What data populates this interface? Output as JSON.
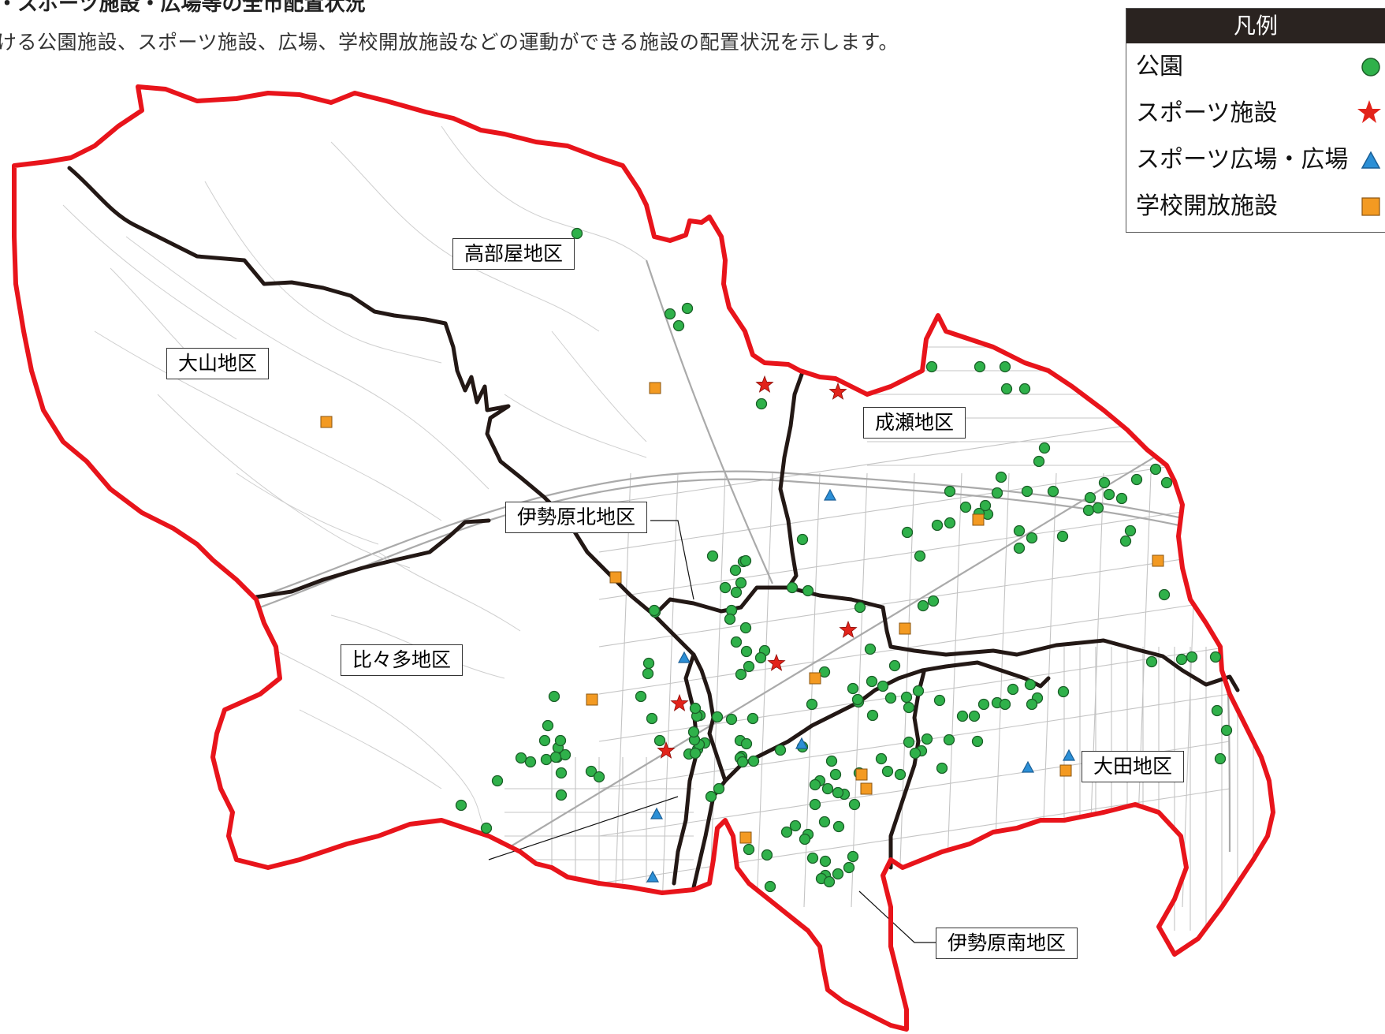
{
  "header": {
    "title": "設・スポーツ施設・広場等の全市配置状況",
    "subtitle": "ける公園施設、スポーツ施設、広場、学校開放施設などの運動ができる施設の配置状況を示します。"
  },
  "legend": {
    "title": "凡例",
    "items": [
      {
        "label": "公園",
        "symbol": "circle",
        "color": "#2fb14a"
      },
      {
        "label": "スポーツ施設",
        "symbol": "star",
        "color": "#e2231a"
      },
      {
        "label": "スポーツ広場・広場",
        "symbol": "triangle",
        "color": "#2b8fd6"
      },
      {
        "label": "学校開放施設",
        "symbol": "square",
        "color": "#f39a22"
      }
    ]
  },
  "districts": [
    {
      "name": "高部屋地区"
    },
    {
      "name": "大山地区"
    },
    {
      "name": "成瀬地区"
    },
    {
      "name": "伊勢原北地区"
    },
    {
      "name": "比々多地区"
    },
    {
      "name": "大田地区"
    },
    {
      "name": "伊勢原南地区"
    }
  ],
  "colors": {
    "city_boundary": "#e8141b",
    "district_boundary": "#231815",
    "streets": "#bdbdbd"
  },
  "markers": {
    "parks": [
      [
        732,
        296
      ],
      [
        850,
        398
      ],
      [
        861,
        413
      ],
      [
        872,
        391
      ],
      [
        966,
        512
      ],
      [
        1182,
        465
      ],
      [
        1243,
        465
      ],
      [
        1275,
        465
      ],
      [
        1277,
        493
      ],
      [
        1300,
        493
      ],
      [
        1325,
        568
      ],
      [
        1318,
        585
      ],
      [
        1270,
        605
      ],
      [
        1205,
        623
      ],
      [
        1265,
        625
      ],
      [
        1303,
        623
      ],
      [
        1336,
        623
      ],
      [
        1383,
        631
      ],
      [
        1407,
        627
      ],
      [
        1401,
        612
      ],
      [
        1466,
        595
      ],
      [
        1442,
        608
      ],
      [
        1423,
        632
      ],
      [
        1381,
        647
      ],
      [
        1393,
        644
      ],
      [
        1348,
        680
      ],
      [
        1309,
        682
      ],
      [
        1293,
        673
      ],
      [
        1253,
        652
      ],
      [
        1242,
        651
      ],
      [
        1225,
        643
      ],
      [
        1205,
        663
      ],
      [
        1189,
        666
      ],
      [
        1151,
        675
      ],
      [
        1167,
        705
      ],
      [
        1293,
        695
      ],
      [
        1250,
        641
      ],
      [
        1480,
        612
      ],
      [
        1428,
        686
      ],
      [
        1434,
        673
      ],
      [
        1018,
        684
      ],
      [
        1025,
        749
      ],
      [
        1005,
        745
      ],
      [
        1091,
        770
      ],
      [
        1104,
        823
      ],
      [
        1171,
        768
      ],
      [
        1184,
        762
      ],
      [
        1477,
        754
      ],
      [
        1461,
        839
      ],
      [
        1499,
        836
      ],
      [
        1512,
        833
      ],
      [
        1542,
        833
      ],
      [
        1544,
        901
      ],
      [
        1556,
        926
      ],
      [
        1548,
        962
      ],
      [
        943,
        712
      ],
      [
        904,
        705
      ],
      [
        946,
        711
      ],
      [
        933,
        723
      ],
      [
        920,
        745
      ],
      [
        940,
        739
      ],
      [
        934,
        751
      ],
      [
        831,
        776
      ],
      [
        928,
        774
      ],
      [
        926,
        785
      ],
      [
        830,
        774
      ],
      [
        823,
        841
      ],
      [
        946,
        796
      ],
      [
        934,
        814
      ],
      [
        947,
        826
      ],
      [
        970,
        825
      ],
      [
        950,
        845
      ],
      [
        965,
        834
      ],
      [
        940,
        855
      ],
      [
        822,
        854
      ],
      [
        813,
        883
      ],
      [
        888,
        907
      ],
      [
        884,
        908
      ],
      [
        882,
        898
      ],
      [
        910,
        909
      ],
      [
        955,
        911
      ],
      [
        928,
        912
      ],
      [
        939,
        939
      ],
      [
        947,
        943
      ],
      [
        941,
        959
      ],
      [
        956,
        965
      ],
      [
        990,
        951
      ],
      [
        1018,
        947
      ],
      [
        1030,
        893
      ],
      [
        1046,
        852
      ],
      [
        1082,
        873
      ],
      [
        1089,
        890
      ],
      [
        1135,
        844
      ],
      [
        1106,
        864
      ],
      [
        1088,
        887
      ],
      [
        1120,
        870
      ],
      [
        1107,
        907
      ],
      [
        1150,
        884
      ],
      [
        1153,
        897
      ],
      [
        1165,
        876
      ],
      [
        1130,
        885
      ],
      [
        1192,
        888
      ],
      [
        1204,
        938
      ],
      [
        1195,
        974
      ],
      [
        1240,
        940
      ],
      [
        1265,
        891
      ],
      [
        1285,
        874
      ],
      [
        1307,
        868
      ],
      [
        1316,
        885
      ],
      [
        1349,
        877
      ],
      [
        1309,
        893
      ],
      [
        1275,
        893
      ],
      [
        1248,
        893
      ],
      [
        1236,
        908
      ],
      [
        1221,
        908
      ],
      [
        1176,
        937
      ],
      [
        1169,
        952
      ],
      [
        1153,
        941
      ],
      [
        1161,
        955
      ],
      [
        1142,
        982
      ],
      [
        1126,
        978
      ],
      [
        1118,
        962
      ],
      [
        1060,
        982
      ],
      [
        1055,
        965
      ],
      [
        1090,
        980
      ],
      [
        1050,
        1000
      ],
      [
        1040,
        990
      ],
      [
        1034,
        995
      ],
      [
        1071,
        1007
      ],
      [
        1084,
        1020
      ],
      [
        1034,
        1020
      ],
      [
        1063,
        1005
      ],
      [
        1046,
        1042
      ],
      [
        1064,
        1048
      ],
      [
        1025,
        1058
      ],
      [
        1009,
        1047
      ],
      [
        998,
        1055
      ],
      [
        1021,
        1064
      ],
      [
        1047,
        1092
      ],
      [
        1031,
        1088
      ],
      [
        1082,
        1086
      ],
      [
        1077,
        1100
      ],
      [
        1047,
        1110
      ],
      [
        1042,
        1114
      ],
      [
        1052,
        1118
      ],
      [
        1063,
        1108
      ],
      [
        977,
        1124
      ],
      [
        973,
        1084
      ],
      [
        950,
        1077
      ],
      [
        902,
        1010
      ],
      [
        912,
        1000
      ],
      [
        939,
        961
      ],
      [
        942,
        966
      ],
      [
        885,
        950
      ],
      [
        874,
        956
      ],
      [
        894,
        942
      ],
      [
        887,
        944
      ],
      [
        882,
        955
      ],
      [
        881,
        938
      ],
      [
        880,
        928
      ],
      [
        837,
        939
      ],
      [
        827,
        911
      ],
      [
        712,
        1008
      ],
      [
        707,
        960
      ],
      [
        717,
        957
      ],
      [
        750,
        978
      ],
      [
        708,
        948
      ],
      [
        693,
        963
      ],
      [
        691,
        939
      ],
      [
        695,
        920
      ],
      [
        703,
        883
      ],
      [
        705,
        960
      ],
      [
        760,
        985
      ],
      [
        673,
        966
      ],
      [
        661,
        961
      ],
      [
        631,
        990
      ],
      [
        585,
        1021
      ],
      [
        617,
        1050
      ],
      [
        712,
        980
      ],
      [
        711,
        939
      ]
    ],
    "sports_facilities": [
      [
        970,
        488
      ],
      [
        1063,
        497
      ],
      [
        1076,
        799
      ],
      [
        985,
        841
      ],
      [
        862,
        892
      ],
      [
        845,
        952
      ]
    ],
    "open_spaces": [
      [
        1053,
        628
      ],
      [
        868,
        834
      ],
      [
        1017,
        943
      ],
      [
        1304,
        973
      ],
      [
        1356,
        958
      ],
      [
        833,
        1032
      ],
      [
        828,
        1112
      ]
    ],
    "school_facilities": [
      [
        831,
        492
      ],
      [
        414,
        535
      ],
      [
        781,
        732
      ],
      [
        1148,
        797
      ],
      [
        1034,
        860
      ],
      [
        751,
        887
      ],
      [
        1241,
        659
      ],
      [
        1469,
        711
      ],
      [
        1093,
        982
      ],
      [
        1099,
        1000
      ],
      [
        1352,
        977
      ],
      [
        946,
        1062
      ]
    ]
  }
}
